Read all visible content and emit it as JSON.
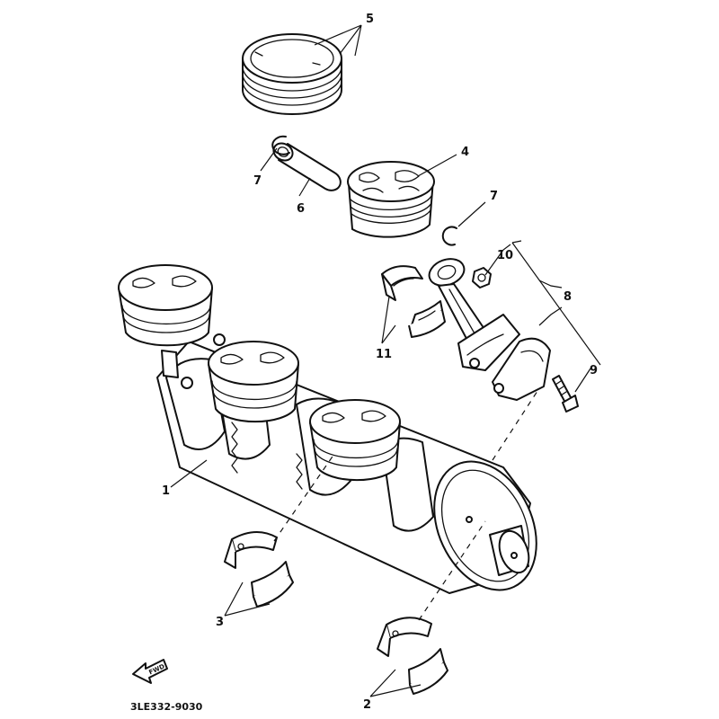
{
  "diagram": {
    "part_code": "3LE332-9030",
    "direction_marker": "FWD",
    "callouts": {
      "crankshaft": "1",
      "crankshaft_bearing_1": "2",
      "crankshaft_bearing_2": "3",
      "piston": "4",
      "piston_ring_set": "5",
      "piston_pin": "6",
      "circlip_left": "7",
      "circlip_right": "7",
      "connecting_rod_assy": "8",
      "bolt": "9",
      "nut": "10",
      "big_end_bearing": "11"
    }
  }
}
